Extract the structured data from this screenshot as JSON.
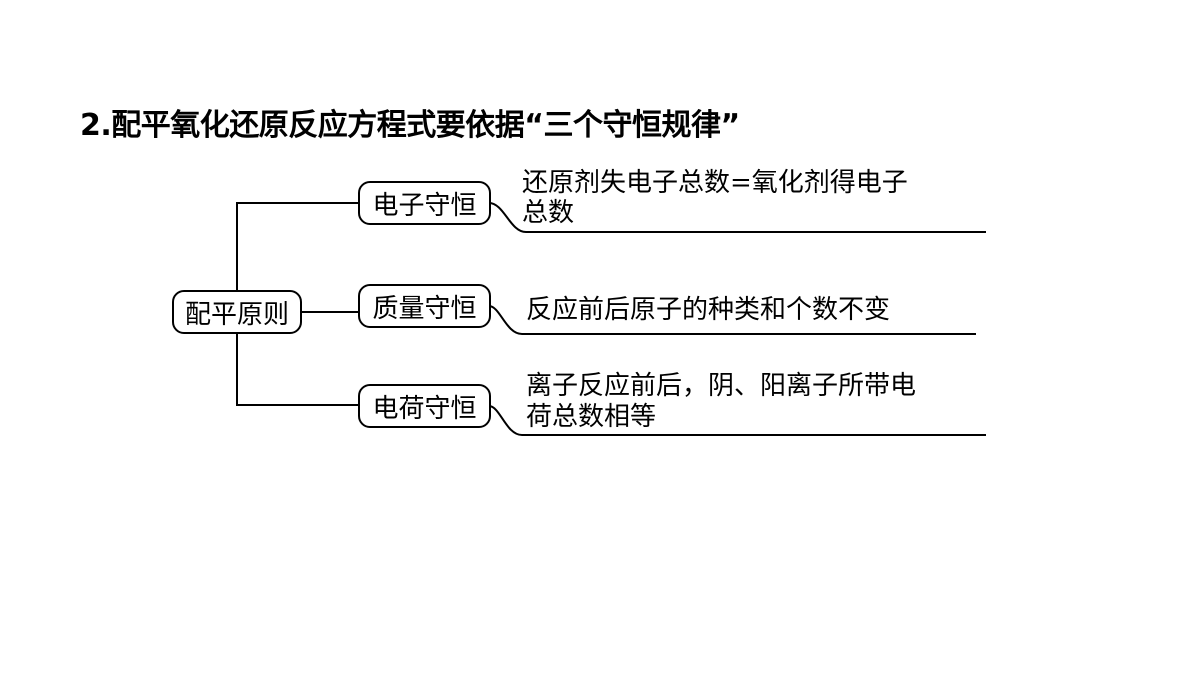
{
  "heading": "2.配平氧化还原反应方程式要依据“三个守恒规律”",
  "root": "配平原则",
  "branches": [
    {
      "name": "电子守恒",
      "lines": [
        "还原剂失电子总数=氧化剂得电子",
        "总数"
      ]
    },
    {
      "name": "质量守恒",
      "lines": [
        "反应前后原子的种类和个数不变"
      ]
    },
    {
      "name": "电荷守恒",
      "lines": [
        "离子反应前后，阴、阳离子所带电",
        "荷总数相等"
      ]
    }
  ],
  "colors": {
    "line": "#000000",
    "background": "#ffffff"
  }
}
